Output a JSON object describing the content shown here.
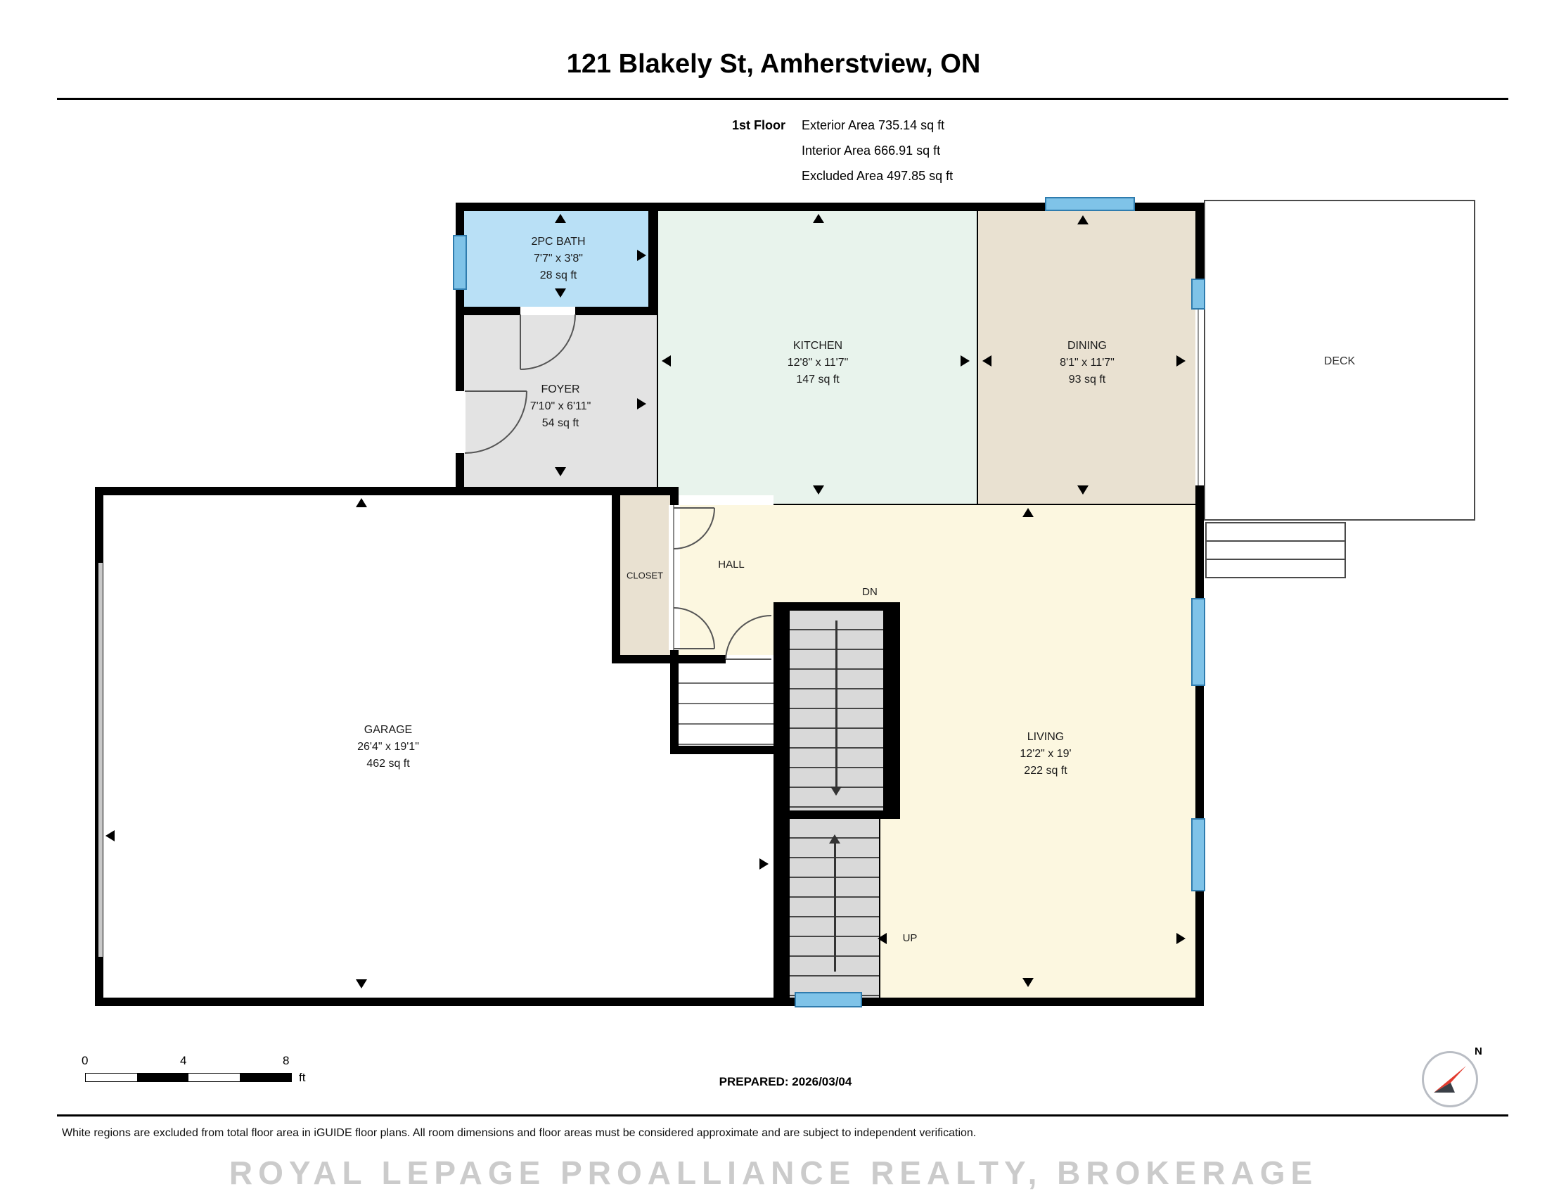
{
  "page": {
    "title": "121 Blakely St, Amherstview, ON"
  },
  "floor_info": {
    "floor_label": "1st Floor",
    "exterior": "Exterior Area 735.14 sq ft",
    "interior": "Interior Area 666.91 sq ft",
    "excluded": "Excluded Area 497.85 sq ft"
  },
  "rooms": {
    "bath": {
      "name": "2PC BATH",
      "dims": "7'7\" x 3'8\"",
      "area": "28 sq ft"
    },
    "foyer": {
      "name": "FOYER",
      "dims": "7'10\" x 6'11\"",
      "area": "54 sq ft"
    },
    "kitchen": {
      "name": "KITCHEN",
      "dims": "12'8\" x 11'7\"",
      "area": "147 sq ft"
    },
    "dining": {
      "name": "DINING",
      "dims": "8'1\" x 11'7\"",
      "area": "93 sq ft"
    },
    "garage": {
      "name": "GARAGE",
      "dims": "26'4\" x 19'1\"",
      "area": "462 sq ft"
    },
    "living": {
      "name": "LIVING",
      "dims": "12'2\" x 19'",
      "area": "222 sq ft"
    },
    "deck": {
      "name": "DECK"
    },
    "closet": {
      "name": "CLOSET"
    },
    "hall": {
      "name": "HALL"
    },
    "stair_down": {
      "label": "DN"
    },
    "stair_up": {
      "label": "UP"
    }
  },
  "footer": {
    "scale": {
      "ticks": [
        "0",
        "4",
        "8"
      ],
      "unit": "ft"
    },
    "prepared": "PREPARED: 2026/03/04",
    "compass_label": "N",
    "disclaimer": "White regions are excluded from total floor area in iGUIDE floor plans. All room dimensions and floor areas must be considered approximate and are subject to independent verification.",
    "watermark": "ROYAL LEPAGE PROALLIANCE REALTY, BROKERAGE"
  },
  "colors": {
    "wall": "#000000",
    "bath": "#b9e0f6",
    "foyer": "#e3e3e3",
    "kitchen": "#e8f3ec",
    "dining": "#e9e1d1",
    "closet": "#e9e1d1",
    "hall_living": "#fcf7e0",
    "stairs": "#d9d9d9",
    "window_fill": "#7fc3e8",
    "window_frame": "#2f7cae",
    "compass_needle": "#e23a2e"
  }
}
